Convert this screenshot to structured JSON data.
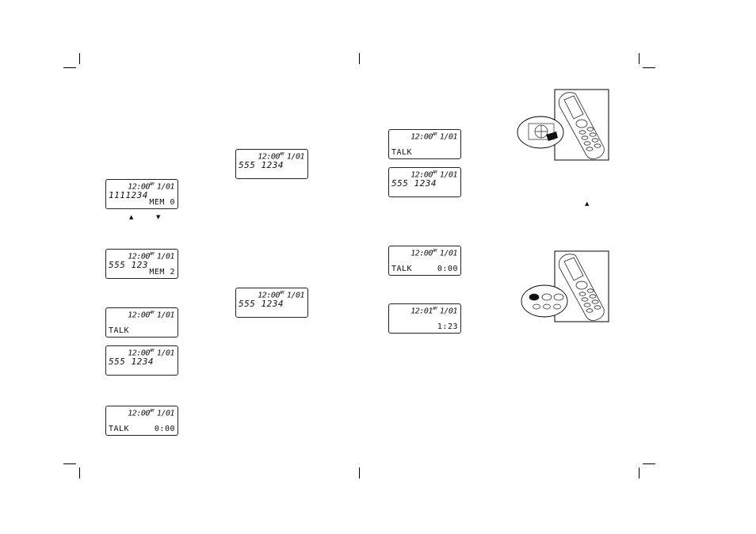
{
  "displays": [
    {
      "id": "d1",
      "time": "12:00",
      "ampm": "AM",
      "date": "1/01",
      "number": "1111234",
      "left": "",
      "right": "MEM 0"
    },
    {
      "id": "d2",
      "time": "12:00",
      "ampm": "AM",
      "date": "1/01",
      "number": "555 123",
      "left": "",
      "right": "MEM 2"
    },
    {
      "id": "d3",
      "time": "12:00",
      "ampm": "AM",
      "date": "1/01",
      "number": "",
      "left": "TALK",
      "right": ""
    },
    {
      "id": "d4",
      "time": "12:00",
      "ampm": "AM",
      "date": "1/01",
      "number": "555 1234",
      "left": "",
      "right": ""
    },
    {
      "id": "d5",
      "time": "12:00",
      "ampm": "AM",
      "date": "1/01",
      "number": "",
      "left": "TALK",
      "right": "0:00"
    },
    {
      "id": "d6",
      "time": "12:00",
      "ampm": "AM",
      "date": "1/01",
      "number": "555 1234",
      "left": "",
      "right": ""
    },
    {
      "id": "d7",
      "time": "12:00",
      "ampm": "AM",
      "date": "1/01",
      "number": "555 1234",
      "left": "",
      "right": ""
    },
    {
      "id": "d8",
      "time": "12:00",
      "ampm": "AM",
      "date": "1/01",
      "number": "",
      "left": "TALK",
      "right": ""
    },
    {
      "id": "d9",
      "time": "12:00",
      "ampm": "AM",
      "date": "1/01",
      "number": "555 1234",
      "left": "",
      "right": ""
    },
    {
      "id": "d10",
      "time": "12:00",
      "ampm": "AM",
      "date": "1/01",
      "number": "",
      "left": "TALK",
      "right": "0:00"
    },
    {
      "id": "d11",
      "time": "12:01",
      "ampm": "AM",
      "date": "1/01",
      "number": "",
      "left": "",
      "right": "1:23"
    }
  ],
  "arrows": {
    "up": "▲",
    "down": "▼"
  },
  "icons": {
    "illustration_top": "handset-navigation-key-icon",
    "illustration_bottom": "handset-soft-keys-icon"
  }
}
